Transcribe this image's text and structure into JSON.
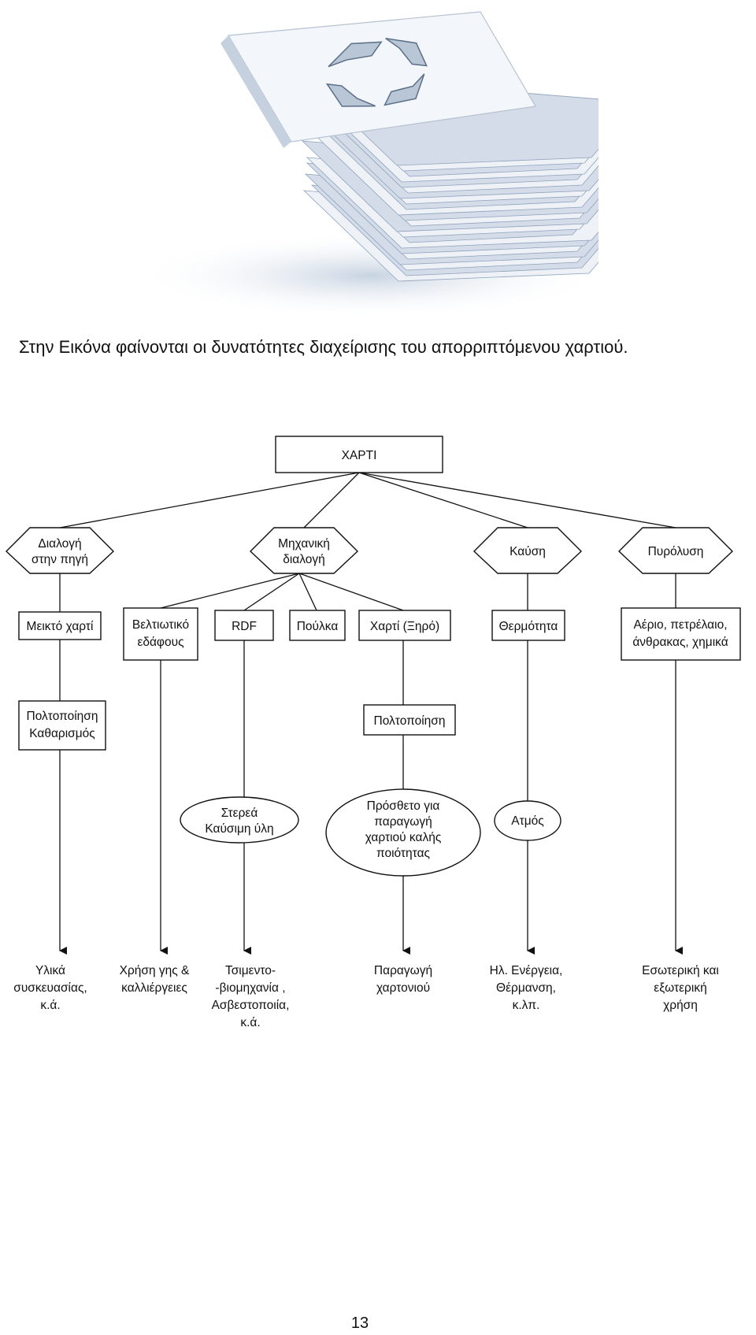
{
  "caption": "Στην Εικόνα  φαίνονται οι δυνατότητες διαχείρισης του απορριπτόμενου χαρτιού.",
  "illustration": {
    "icon": "recycle-icon",
    "subject": "stack-of-paper"
  },
  "diagram": {
    "root": "ΧΑΡΤΙ",
    "methods": {
      "source_sorting": [
        "Διαλογή",
        "στην πηγή"
      ],
      "mechanical_sorting": [
        "Μηχανική",
        "διαλογή"
      ],
      "combustion": "Καύση",
      "pyrolysis": "Πυρόλυση"
    },
    "products": {
      "mixed_paper": "Μεικτό χαρτί",
      "soil_improver": [
        "Βελτιωτικό",
        "εδάφους"
      ],
      "rdf": "RDF",
      "pulp": "Πούλκα",
      "dry_paper": "Χαρτί (Ξηρό)",
      "heat": "Θερμότητα",
      "gas_oil": [
        "Αέριο, πετρέλαιο,",
        "άνθρακας, χημικά"
      ]
    },
    "processes": {
      "pulping_cleaning": [
        "Πολτοποίηση",
        "Καθαρισμός"
      ],
      "pulping": "Πολτοποίηση"
    },
    "intermediates": {
      "solid_fuel": [
        "Στερεά",
        "Καύσιμη ύλη"
      ],
      "additive": [
        "Πρόσθετο για",
        "παραγωγή",
        "χαρτιού καλής",
        "ποιότητας"
      ],
      "steam": "Ατμός"
    },
    "outcomes": {
      "packaging": [
        "Υλικά",
        "συσκευασίας,",
        "κ.ά."
      ],
      "land_use": [
        "Χρήση γης &",
        "καλλιέργειες"
      ],
      "cement": [
        "Τσιμεντο-",
        "-βιομηχανία ,",
        "Ασβεστοποιία,",
        "κ.ά."
      ],
      "cardboard": [
        "Παραγωγή",
        "χαρτονιού"
      ],
      "energy": [
        "Ηλ. Ενέργεια,",
        "Θέρμανση,",
        "κ.λπ."
      ],
      "internal_external": [
        "Εσωτερική και",
        "εξωτερική",
        "χρήση"
      ]
    }
  },
  "page_number": "13"
}
